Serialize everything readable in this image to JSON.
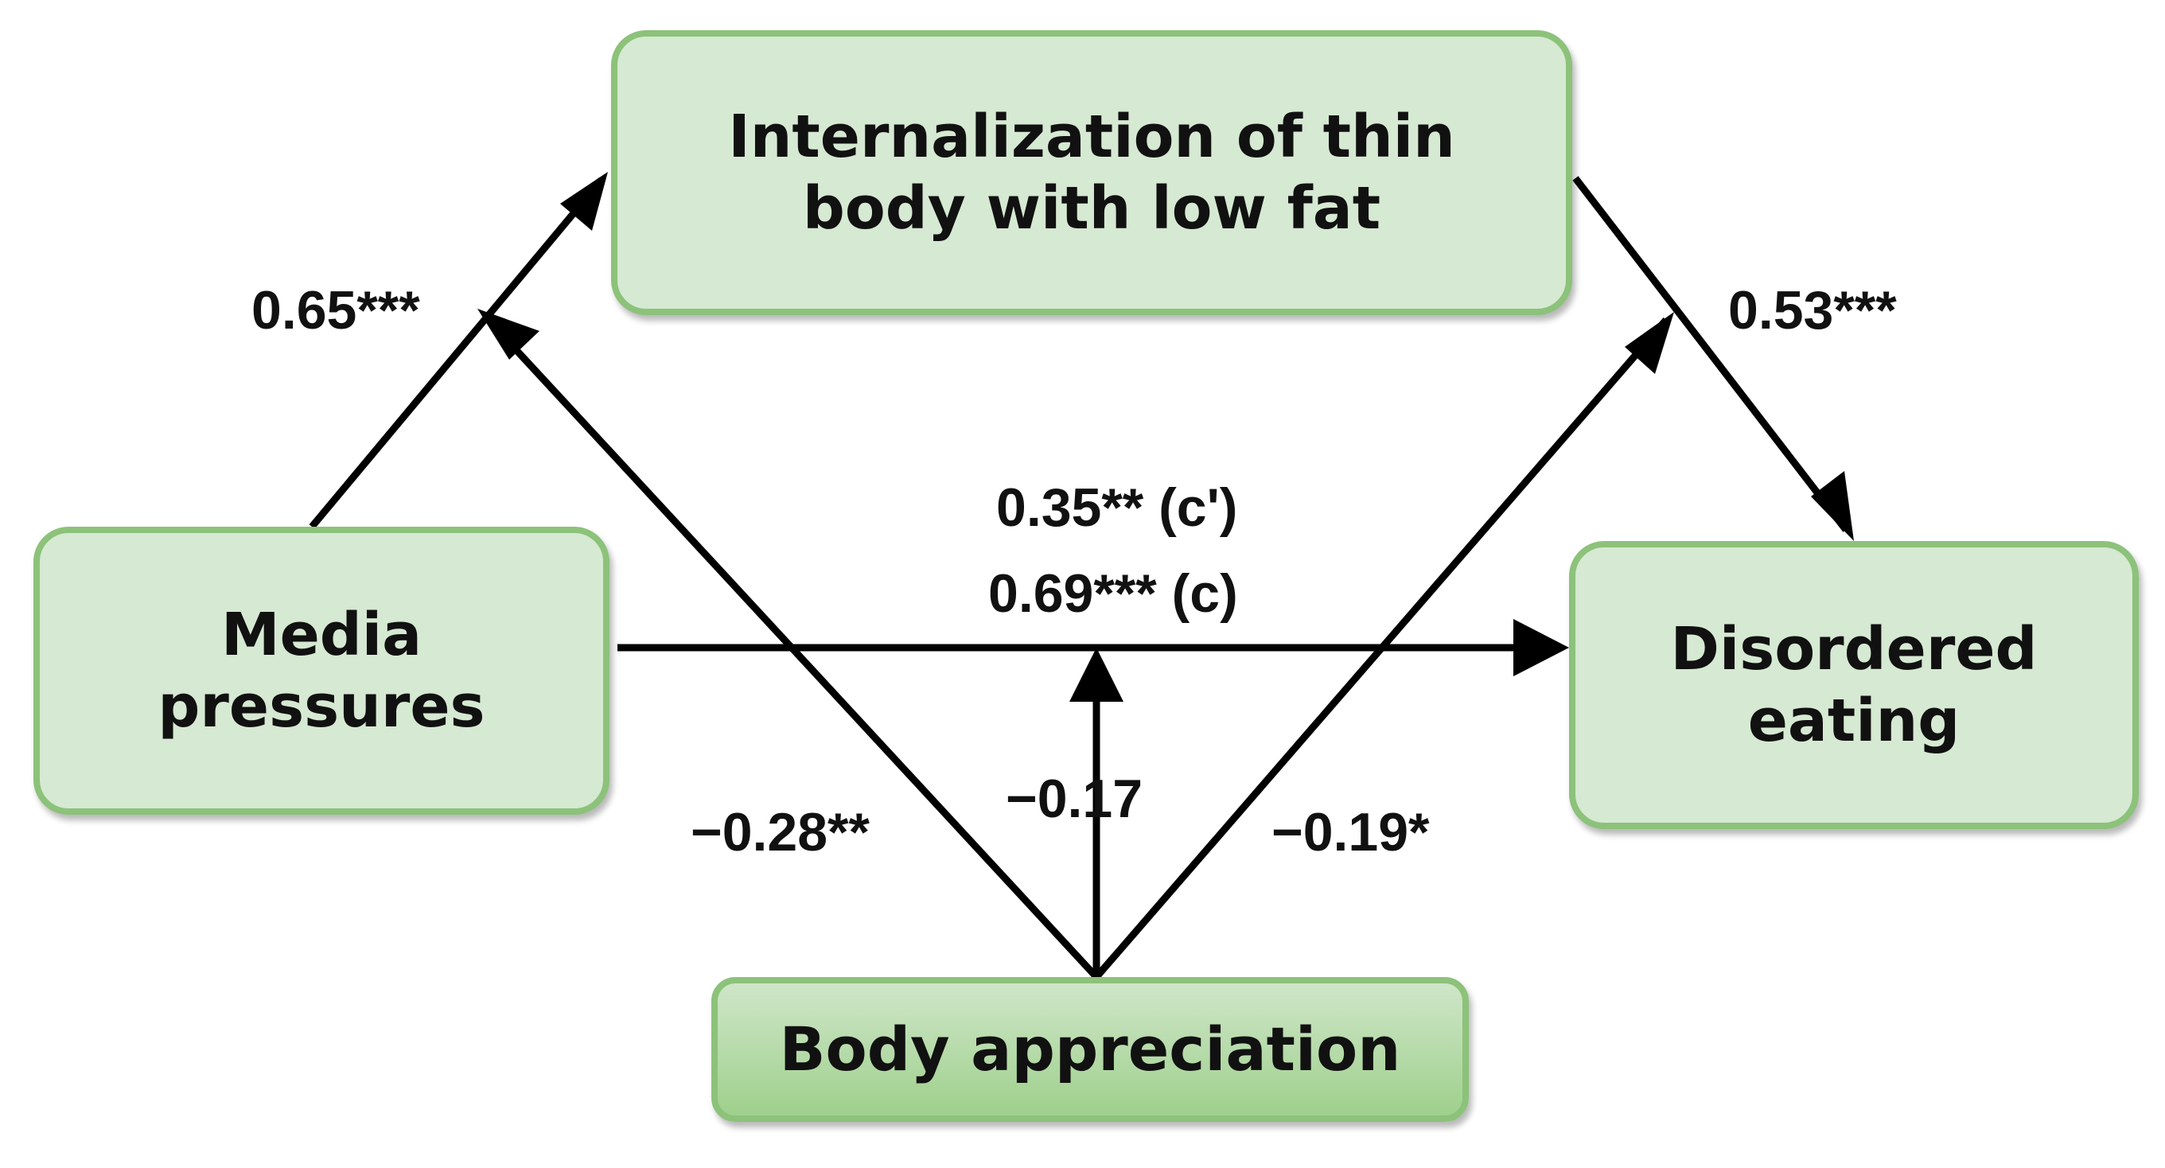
{
  "nodes": {
    "internalization": "Internalization of thin\nbody with low fat",
    "media": "Media\npressures",
    "eating": "Disordered\neating",
    "appreciation": "Body appreciation"
  },
  "coefficients": {
    "media_to_internalization": "0.65***",
    "internalization_to_eating": "0.53***",
    "direct_effect": "0.35** (c')",
    "total_effect": "0.69*** (c)",
    "moderation_path_a": "−0.28**",
    "moderation_path_c": "−0.17",
    "moderation_path_b": "−0.19*"
  },
  "colors": {
    "box_fill": "#d6e9d2",
    "box_border": "#8cc27a",
    "arrow": "#000000"
  }
}
